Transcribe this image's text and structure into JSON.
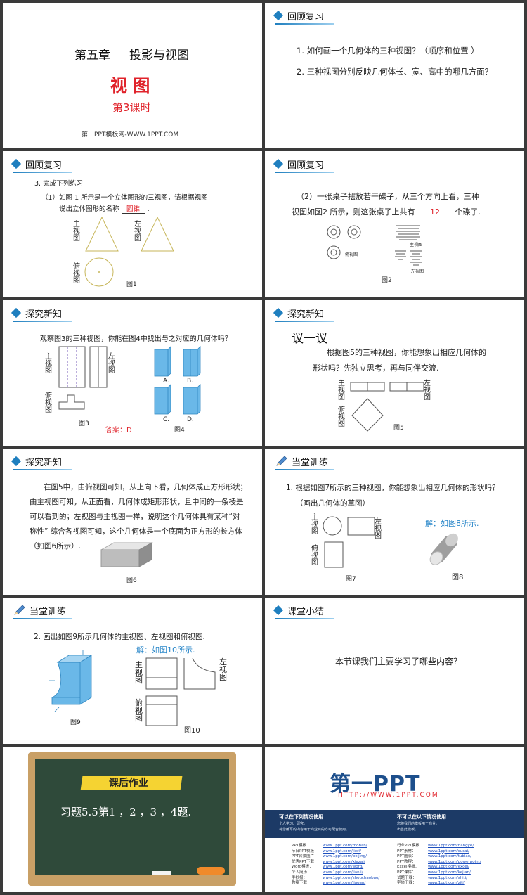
{
  "slide1": {
    "chapter": "第五章",
    "chapter_title": "投影与视图",
    "title": "视 图",
    "lesson": "第3课时",
    "site": "第一PPT模板网-WWW.1PPT.COM"
  },
  "slide2": {
    "header": "回顾复习",
    "q1": "1.  如何画一个几何体的三种视图？（顺序和位置 ）",
    "q2": "2.  三种视图分别反映几何体长、宽、高中的哪几方面？"
  },
  "slide3": {
    "header": "回顾复习",
    "line1": "3.  完成下列练习",
    "line2": "（1）如图 1 所示是一个立体图形的三视图，请根据视图",
    "line3a": "说出立体图形的名称",
    "answer": "圆锥",
    "line3b": ".",
    "front_label": "主视图",
    "left_label": "左视图",
    "top_label": "俯视图",
    "fig": "图1"
  },
  "slide4": {
    "header": "回顾复习",
    "line1": "（2）一张桌子摆放若干碟子，从三个方向上看，三种",
    "line2a": "视图如图2 所示，则这张桌子上共有",
    "answer": "12",
    "line2b": "个碟子.",
    "top_view": "俯视图",
    "front_view": "主视图",
    "left_view": "左视图",
    "fig": "图2"
  },
  "slide5": {
    "header": "探究新知",
    "question": "观察图3的三种视图，你能在图4中找出与之对应的几何体吗？",
    "front_label": "主视图",
    "left_label": "左视图",
    "top_label": "俯视图",
    "fig3": "图3",
    "answer": "答案：D",
    "fig4": "图4",
    "options": [
      "A.",
      "B.",
      "C.",
      "D."
    ]
  },
  "slide6": {
    "header": "探究新知",
    "title": "议一议",
    "line1": "根据图5的三种视图，你能想象出相应几何体的",
    "line2": "形状吗？先独立思考，再与同伴交流.",
    "front_label": "主视图",
    "left_label": "左视图",
    "top_label": "俯视图",
    "fig": "图5"
  },
  "slide7": {
    "header": "探究新知",
    "lines": [
      "在图5中，由俯视图可知，从上向下看，几何体成正方形形状；",
      "由主视图可知，从正面看，几何体成矩形形状，且中间的一条棱是",
      "可以看到的；左视图与主视图一样，说明这个几何体具有某种“对",
      "称性” 综合各视图可知，这个几何体是一个底面为正方形的长方体",
      "（如图6所示）."
    ],
    "fig": "图6"
  },
  "slide8": {
    "header": "当堂训练",
    "q1": "1. 根据如图7所示的三种视图，你能想象出相应几何体的形状吗？",
    "q2": "（画出几何体的草图）",
    "front_label": "主视图",
    "left_label": "左视图",
    "top_label": "俯视图",
    "fig7": "图7",
    "solution": "解：如图8所示.",
    "fig8": "图8"
  },
  "slide9": {
    "header": "当堂训练",
    "q": "2. 画出如图9所示几何体的主视图、左视图和俯视图.",
    "solution": "解：如图10所示.",
    "front_label": "主视图",
    "left_label": "左视图",
    "top_label": "俯视图",
    "fig9": "图9",
    "fig10": "图10"
  },
  "slide10": {
    "header": "课堂小结",
    "question": "本节课我们主要学习了哪些内容？"
  },
  "slide11": {
    "banner": "课后作业",
    "homework": "习题5.5第1 ，2 ，3 ，4题."
  },
  "slide12": {
    "logo": "第一PPT",
    "url": "HTTP://WWW.1PPT.COM",
    "left_title": "可以在下列情况使用",
    "left_items": [
      "个人学习、研究。",
      "将您编写的内容用于商业目的方可配合使用。"
    ],
    "right_title": "不可以在以下情况使用",
    "right_items": [
      "您将我们的模板用于商业。",
      "出售此模板。"
    ],
    "links_left": [
      [
        "PPT模板：",
        "www.1ppt.com/moban/"
      ],
      [
        "节日PPT模板：",
        "www.1ppt.com/jieri/"
      ],
      [
        "PPT背景图片：",
        "www.1ppt.com/beijing/"
      ],
      [
        "优秀PPT下载：",
        "www.1ppt.com/xiazai/"
      ],
      [
        "Word模板：",
        "www.1ppt.com/word/"
      ],
      [
        "个人简历：",
        "www.1ppt.com/jianli/"
      ],
      [
        "手抄报：",
        "www.1ppt.com/shouchaobao/"
      ],
      [
        "教案下载：",
        "www.1ppt.com/jiaoan/"
      ]
    ],
    "links_right": [
      [
        "行业PPT模板：",
        "www.1ppt.com/hangye/"
      ],
      [
        "PPT素材：",
        "www.1ppt.com/sucai/"
      ],
      [
        "PPT图表：",
        "www.1ppt.com/tubiao/"
      ],
      [
        "PPT教程：",
        "www.1ppt.com/powerpoint/"
      ],
      [
        "Excel模板：",
        "www.1ppt.com/excel/"
      ],
      [
        "PPT课件：",
        "www.1ppt.com/kejian/"
      ],
      [
        "试题下载：",
        "www.1ppt.com/shiti/"
      ],
      [
        "字体下载：",
        "www.1ppt.com/ziti/"
      ]
    ]
  },
  "colors": {
    "accent_blue": "#1f7fbf",
    "answer_red": "#e0232b",
    "solution_blue": "#2a87c9",
    "board_green": "#2f4a3a",
    "banner_yellow": "#f5d332",
    "footer_navy": "#1c3a66"
  }
}
